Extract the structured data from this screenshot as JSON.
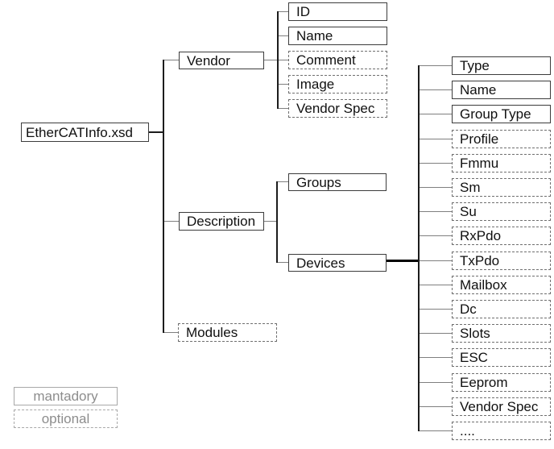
{
  "diagram": {
    "root": {
      "label": "EtherCATInfo.xsd",
      "style": "solid"
    },
    "level1": [
      {
        "label": "Vendor",
        "style": "solid"
      },
      {
        "label": "Description",
        "style": "solid"
      },
      {
        "label": "Modules",
        "style": "dashed"
      }
    ],
    "vendor_children": [
      {
        "label": "ID",
        "style": "solid"
      },
      {
        "label": "Name",
        "style": "solid"
      },
      {
        "label": "Comment",
        "style": "dashed"
      },
      {
        "label": "Image",
        "style": "dashed"
      },
      {
        "label": "Vendor Spec",
        "style": "dashed"
      }
    ],
    "description_children": [
      {
        "label": "Groups",
        "style": "solid"
      },
      {
        "label": "Devices",
        "style": "solid"
      }
    ],
    "devices_children": [
      {
        "label": "Type",
        "style": "solid"
      },
      {
        "label": "Name",
        "style": "solid"
      },
      {
        "label": "Group Type",
        "style": "solid"
      },
      {
        "label": "Profile",
        "style": "dashed"
      },
      {
        "label": "Fmmu",
        "style": "dashed"
      },
      {
        "label": "Sm",
        "style": "dashed"
      },
      {
        "label": "Su",
        "style": "dashed"
      },
      {
        "label": "RxPdo",
        "style": "dashed"
      },
      {
        "label": "TxPdo",
        "style": "dashed"
      },
      {
        "label": "Mailbox",
        "style": "dashed"
      },
      {
        "label": "Dc",
        "style": "dashed"
      },
      {
        "label": "Slots",
        "style": "dashed"
      },
      {
        "label": "ESC",
        "style": "dashed"
      },
      {
        "label": "Eeprom",
        "style": "dashed"
      },
      {
        "label": "Vendor Spec",
        "style": "dashed"
      },
      {
        "label": "....",
        "style": "dashed"
      }
    ],
    "legend": [
      {
        "label": "mantadory",
        "style": "solid"
      },
      {
        "label": "optional",
        "style": "dashed"
      }
    ],
    "colors": {
      "background": "#ffffff",
      "text": "#101010",
      "solid_border": "#3c3c3c",
      "dashed_border": "#6f6f6f",
      "legend_border": "#a8a8a8",
      "legend_text": "#8d8d8d",
      "spine": "#1c1c1c",
      "stub": "#7f7f7f",
      "thick_connector": "#000000"
    }
  }
}
